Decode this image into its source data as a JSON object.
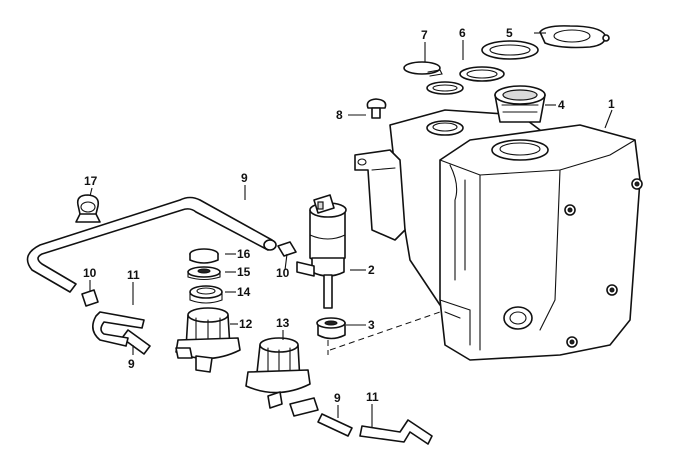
{
  "callouts": [
    {
      "id": "c1",
      "label": "1"
    },
    {
      "id": "c2",
      "label": "2"
    },
    {
      "id": "c3",
      "label": "3"
    },
    {
      "id": "c4",
      "label": "4"
    },
    {
      "id": "c5",
      "label": "5"
    },
    {
      "id": "c6",
      "label": "6"
    },
    {
      "id": "c7",
      "label": "7"
    },
    {
      "id": "c8",
      "label": "8"
    },
    {
      "id": "c9a",
      "label": "9"
    },
    {
      "id": "c9b",
      "label": "9"
    },
    {
      "id": "c9c",
      "label": "9"
    },
    {
      "id": "c10a",
      "label": "10"
    },
    {
      "id": "c10b",
      "label": "10"
    },
    {
      "id": "c11a",
      "label": "11"
    },
    {
      "id": "c11b",
      "label": "11"
    },
    {
      "id": "c12",
      "label": "12"
    },
    {
      "id": "c13",
      "label": "13"
    },
    {
      "id": "c14",
      "label": "14"
    },
    {
      "id": "c15",
      "label": "15"
    },
    {
      "id": "c16",
      "label": "16"
    },
    {
      "id": "c17",
      "label": "17"
    }
  ],
  "colors": {
    "line": "#111111",
    "background": "#ffffff",
    "shade": "#d9d9d9"
  }
}
